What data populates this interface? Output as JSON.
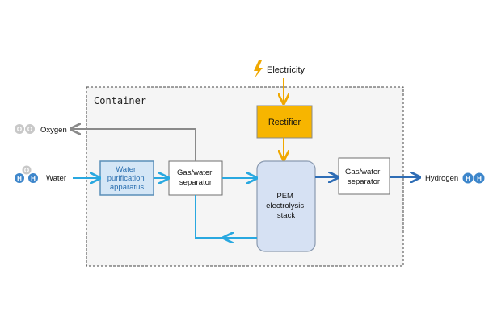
{
  "container": {
    "label": "Container"
  },
  "electricity": {
    "label": "Electricity"
  },
  "rectifier": {
    "label": "Rectifier"
  },
  "water_purification": {
    "lines": [
      "Water",
      "purification",
      "apparatus"
    ]
  },
  "separator_left": {
    "lines": [
      "Gas/water",
      "separator"
    ]
  },
  "pem_stack": {
    "lines": [
      "PEM",
      "electrolysis",
      "stack"
    ]
  },
  "separator_right": {
    "lines": [
      "Gas/water",
      "separator"
    ]
  },
  "inputs": {
    "water": "Water"
  },
  "outputs": {
    "oxygen": "Oxygen",
    "hydrogen": "Hydrogen"
  },
  "atoms": {
    "oxygen": "O",
    "hydrogen": "H"
  },
  "colors": {
    "water_flow": "#29a8e0",
    "hydrogen_flow": "#2e6db5",
    "oxygen_flow": "#999999",
    "electric_flow": "#f0a800",
    "rectifier_fill": "#f7b500",
    "pem_fill": "#d6e1f3",
    "purifier_fill": "#d4e6f6",
    "container_fill": "#f5f5f5",
    "hydrogen_atom": "#3d86cb",
    "oxygen_atom": "#c8c8c8"
  },
  "icons": {
    "electricity": "lightning-bolt-icon"
  }
}
